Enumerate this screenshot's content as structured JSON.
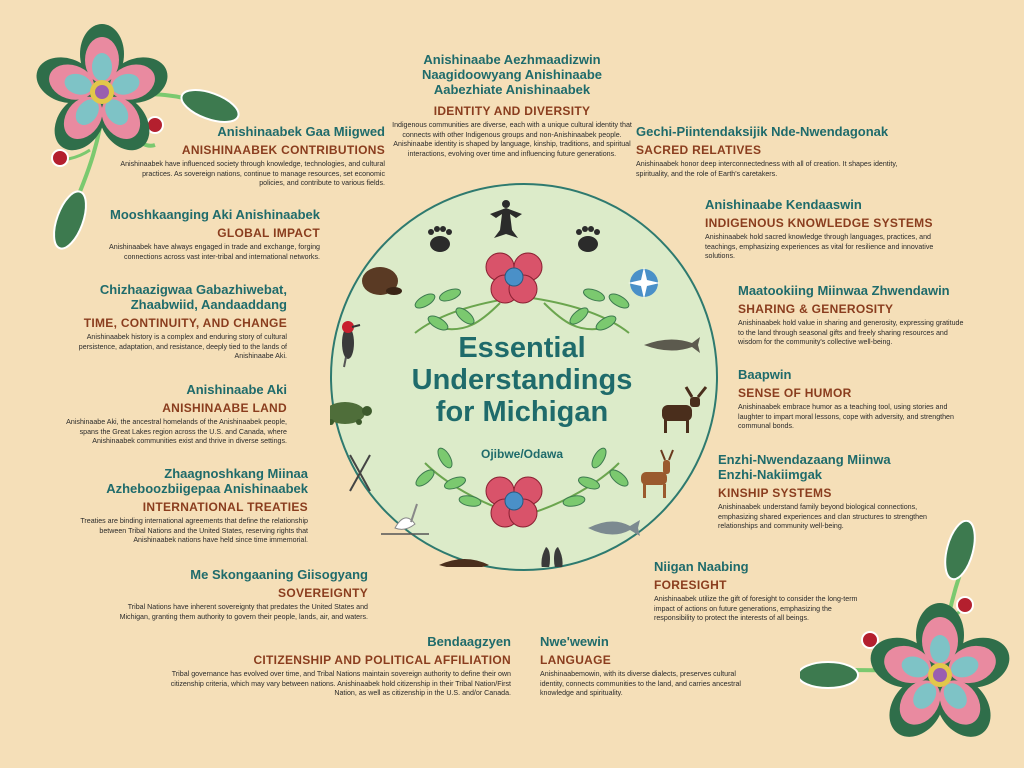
{
  "center": {
    "title_line1": "Essential",
    "title_line2": "Understandings",
    "title_line3": "for Michigan",
    "subtitle": "Ojibwe/Odawa"
  },
  "sections": {
    "identity": {
      "ojibwe_line1": "Anishinaabe Aezhmaadizwin",
      "ojibwe_line2": "Naagidoowyang Anishinaabe",
      "ojibwe_line3": "Aabezhiate Anishinaabek",
      "heading": "IDENTITY AND DIVERSITY",
      "text": "Indigenous communities are diverse, each with a unique cultural identity that connects with other Indigenous groups and non-Anishinaabek people. Anishinaabe identity is shaped by language, kinship, traditions, and spiritual interactions, evolving over time and influencing future generations."
    },
    "contributions": {
      "ojibwe": "Anishinaabek Gaa Miigwed",
      "heading": "ANISHINAABEK CONTRIBUTIONS",
      "text": "Anishinaabek have influenced society through knowledge, technologies, and cultural practices. As sovereign nations, continue to manage resources, set economic policies, and contribute to various fields."
    },
    "global": {
      "ojibwe": "Mooshkaanging Aki Anishinaabek",
      "heading": "GLOBAL IMPACT",
      "text": "Anishinaabek have always engaged in trade and exchange, forging connections across vast inter-tribal and international networks."
    },
    "time": {
      "ojibwe_line1": "Chizhaazigwaa Gabazhiwebat,",
      "ojibwe_line2": "Zhaabwiid, Aandaaddang",
      "heading": "TIME, CONTINUITY, AND CHANGE",
      "text": "Anishinaabek history is a complex and enduring story of cultural persistence, adaptation, and resistance, deeply tied to the lands of Anishinaabe Aki."
    },
    "land": {
      "ojibwe": "Anishinaabe Aki",
      "heading": "ANISHINAABE LAND",
      "text": "Anishinaabe Aki, the ancestral homelands of the Anishinaabek people, spans the Great Lakes region across the U.S. and Canada, where Anishinaabek communities exist and thrive in diverse settings."
    },
    "treaties": {
      "ojibwe_line1": "Zhaagnoshkang Miinaa",
      "ojibwe_line2": "Azheboozbiigepaa Anishinaabek",
      "heading": "INTERNATIONAL TREATIES",
      "text": "Treaties are binding international agreements that define the relationship between Tribal Nations and the United States, reserving rights that Anishinaabek nations have held since time immemorial."
    },
    "sovereignty": {
      "ojibwe": "Me Skongaaning Giisogyang",
      "heading": "SOVEREIGNTY",
      "text": "Tribal Nations have inherent sovereignty that predates the United States and Michigan, granting them authority to govern their people, lands, air, and waters."
    },
    "citizenship": {
      "ojibwe": "Bendaagzyen",
      "heading": "CITIZENSHIP AND POLITICAL AFFILIATION",
      "text": "Tribal governance has evolved over time, and Tribal Nations maintain sovereign authority to define their own citizenship criteria, which may vary between nations. Anishinaabek hold citizenship in their Tribal Nation/First Nation, as well as citizenship in the U.S. and/or Canada."
    },
    "relatives": {
      "ojibwe": "Gechi-Piintendaksijik Nde-Nwendagonak",
      "heading": "SACRED RELATIVES",
      "text": "Anishinaabek honor deep interconnectedness with all of creation. It shapes identity, spirituality, and the role of Earth's caretakers."
    },
    "knowledge": {
      "ojibwe": "Anishinaabe Kendaaswin",
      "heading": "INDIGENOUS KNOWLEDGE SYSTEMS",
      "text": "Anishinaabek hold sacred knowledge through languages, practices, and teachings, emphasizing experiences as vital for resilience and innovative solutions."
    },
    "sharing": {
      "ojibwe": "Maatookiing Miinwaa Zhwendawin",
      "heading": "SHARING & GENEROSITY",
      "text": "Anishinaabek hold value in sharing and generosity, expressing gratitude to the land through seasonal gifts and freely sharing resources and wisdom for the community's collective well-being."
    },
    "humor": {
      "ojibwe": "Baapwin",
      "heading": "SENSE OF HUMOR",
      "text": "Anishinaabek embrace humor as a teaching tool, using stories and laughter to impart moral lessons, cope with adversity, and strengthen communal bonds."
    },
    "kinship": {
      "ojibwe_line1": "Enzhi-Nwendazaang Miinwa",
      "ojibwe_line2": "Enzhi-Nakiimgak",
      "heading": "KINSHIP SYSTEMS",
      "text": "Anishinaabek understand family beyond biological connections, emphasizing shared experiences and clan structures to strengthen relationships and community well-being."
    },
    "foresight": {
      "ojibwe": "Niigan Naabing",
      "heading": "FORESIGHT",
      "text": "Anishinaabek utilize the gift of foresight to consider the long-term impact of actions on future generations, emphasizing the responsibility to protect the interests of all beings."
    },
    "language": {
      "ojibwe": "Nwe'wewin",
      "heading": "LANGUAGE",
      "text": "Anishinaabemowin, with its diverse dialects, preserves cultural identity, connects communities to the land, and carries ancestral knowledge and spirituality."
    }
  },
  "colors": {
    "background": "#f5dfb8",
    "circle": "#dcebc9",
    "teal": "#1f6b6b",
    "rust": "#8a3d1e"
  },
  "icons": [
    "floral-icon",
    "thunderbird-icon",
    "bear-paw-icon",
    "beaver-icon",
    "compass-star-icon",
    "woodpecker-icon",
    "sturgeon-icon",
    "turtle-icon",
    "moose-icon",
    "crossed-sticks-icon",
    "deer-icon",
    "crane-icon",
    "catfish-icon",
    "otter-icon",
    "hoof-print-icon"
  ]
}
